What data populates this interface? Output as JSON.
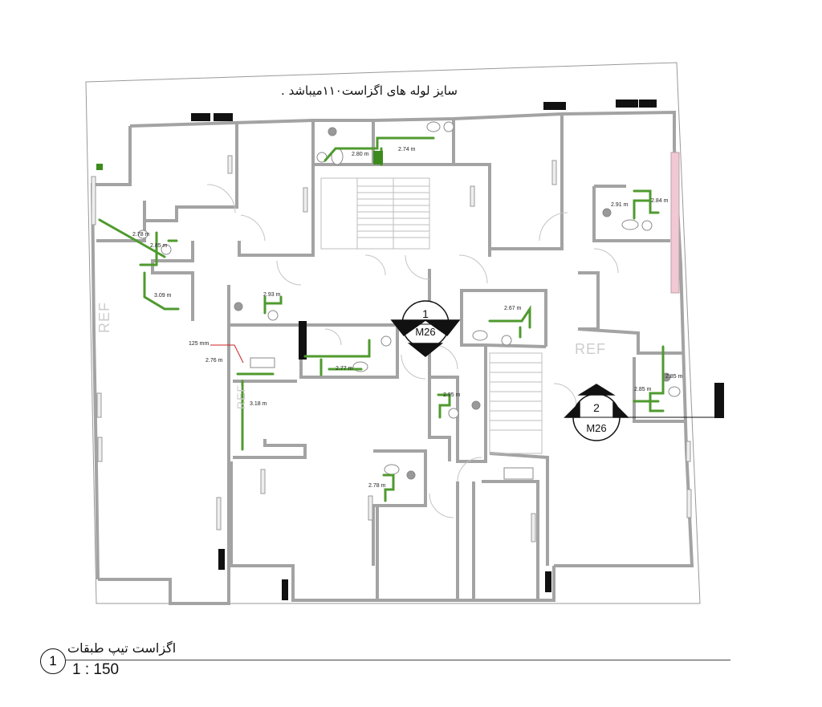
{
  "header_note": "سایز لوله های اگزاست۱۱۰میباشد .",
  "title_block": {
    "view_number": "1",
    "view_name": "اگزاست تیپ طبقات",
    "scale": "1 : 150"
  },
  "section_markers": [
    {
      "number": "1",
      "sheet": "M26"
    },
    {
      "number": "2",
      "sheet": "M26"
    }
  ],
  "annotations": {
    "pipe_size_label": "125 mm",
    "ref_label": "REF"
  },
  "dimensions": [
    "2.80 m",
    "2.74 m",
    "2.78 m",
    "2.85 m",
    "3.09 m",
    "2.91 m",
    "2.84 m",
    "2.93 m",
    "2.76 m",
    "2.77 m",
    "3.18 m",
    "2.67 m",
    "2.85 m",
    "2.85 m",
    "2.95 m",
    "2.78 m"
  ],
  "colors": {
    "wall": "#9a9a9a",
    "pipe": "#4f9a2f",
    "pipe_dark": "#2f6e16",
    "leader": "#cc2222",
    "grille": "#111111",
    "glazing": "#f2c9d2"
  }
}
